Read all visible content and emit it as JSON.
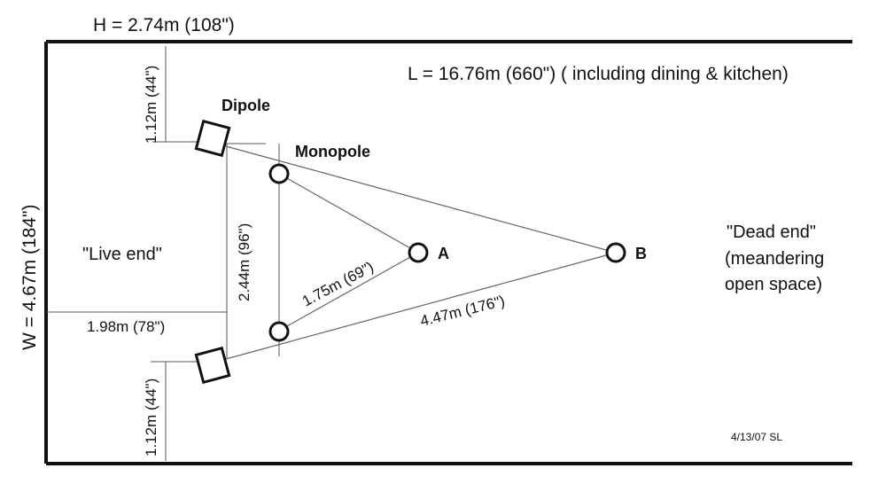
{
  "room": {
    "height_label": "H = 2.74m (108\")",
    "length_label": "L = 16.76m (660\") ( including dining & kitchen)",
    "width_label": "W = 4.67m (184\")"
  },
  "speakers": {
    "dipole_label": "Dipole",
    "monopole_label": "Monopole"
  },
  "zones": {
    "live_end": "\"Live end\"",
    "dead_end_line1": "\"Dead end\"",
    "dead_end_line2": "(meandering",
    "dead_end_line3": "open space)"
  },
  "dimensions": {
    "top_wall_offset": "1.12m (44\")",
    "bottom_wall_offset": "1.12m (44\")",
    "speaker_spacing": "2.44m (96\")",
    "front_wall_distance": "1.98m (78\")",
    "distance_to_a": "1.75m (69\")",
    "distance_to_b": "4.47m (176\")"
  },
  "positions": {
    "a_label": "A",
    "b_label": "B"
  },
  "signature": "4/13/07 SL"
}
